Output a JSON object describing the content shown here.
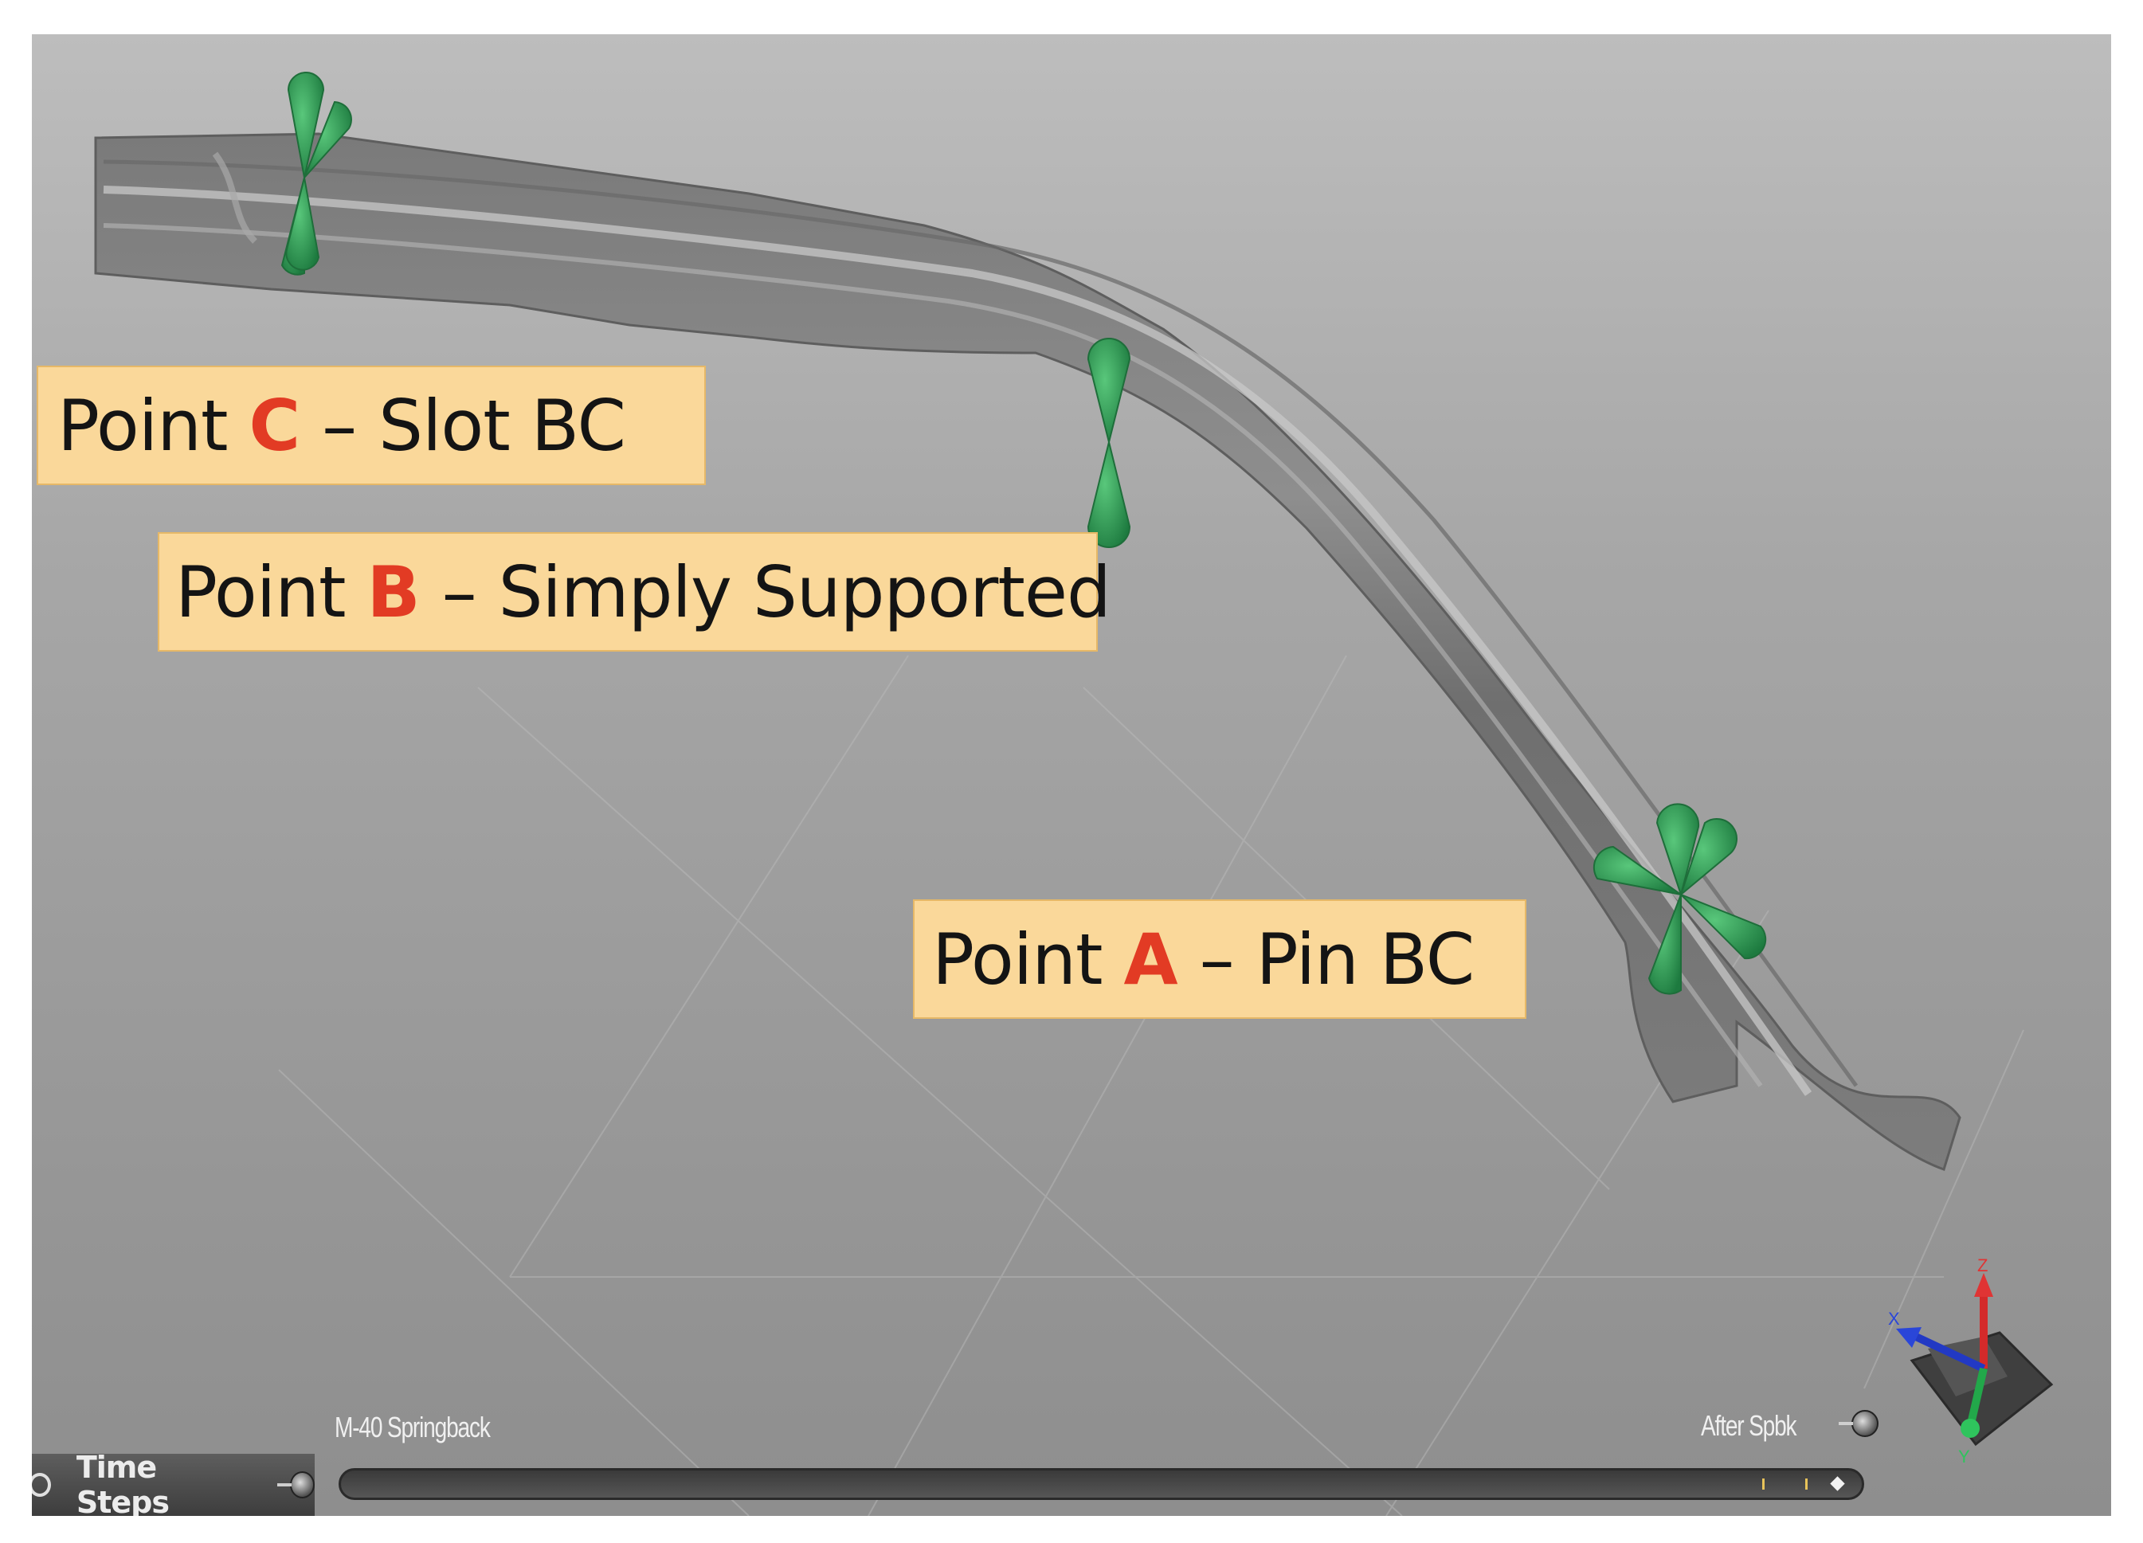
{
  "callouts": {
    "point_c": {
      "prefix": "Point",
      "letter": "C",
      "sep": "–",
      "desc": "Slot BC"
    },
    "point_b": {
      "prefix": "Point",
      "letter": "B",
      "sep": "–",
      "desc": "Simply Supported"
    },
    "point_a": {
      "prefix": "Point",
      "letter": "A",
      "sep": "–",
      "desc": "Pin BC"
    }
  },
  "timeline": {
    "panel_label": "Time Steps",
    "start_label": "M-40 Springback",
    "end_label": "After Spbk"
  },
  "triad": {
    "x_label": "X",
    "y_label": "Y",
    "z_label": "Z"
  },
  "colors": {
    "callout_bg": "#fad89a",
    "callout_letter": "#e23b24",
    "constraint_green": "#2f9a57",
    "viewport_gray": "#a7a7a7"
  },
  "icons": {
    "clock": "clock-icon",
    "knob": "slider-knob-icon"
  }
}
